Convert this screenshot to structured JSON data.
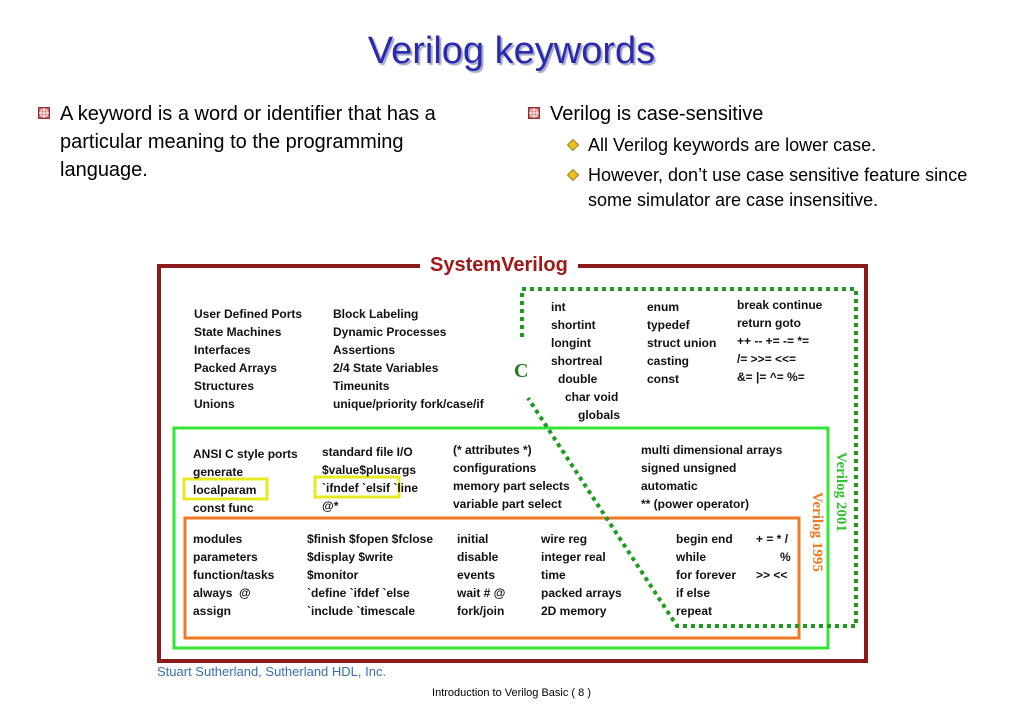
{
  "slide": {
    "title": "Verilog keywords",
    "left_bullet": "A keyword is a word or identifier that has a particular meaning to the programming language.",
    "right_bullet": "Verilog is case-sensitive",
    "sub_bullets": [
      "All Verilog keywords are lower case.",
      "However, don’t use case sensitive feature since some simulator are case insensitive."
    ],
    "credit": "Stuart Sutherland, Sutherland HDL, Inc.",
    "footer": "Introduction to Verilog Basic  ( 8 )"
  },
  "diagram": {
    "systemverilog_label": "SystemVerilog",
    "c_label": "C",
    "verilog2001_label": "Verilog 2001",
    "verilog1995_label": "Verilog 1995",
    "sv_col1": [
      "User Defined Ports",
      "State Machines",
      "Interfaces",
      "Packed Arrays",
      "Structures",
      "Unions"
    ],
    "sv_col2": [
      "Block Labeling",
      "Dynamic Processes",
      "Assertions",
      "2/4 State Variables",
      "Timeunits",
      "unique/priority fork/case/if"
    ],
    "c_col1": [
      "int",
      "shortint",
      "longint",
      "shortreal",
      "double",
      "char void",
      "globals"
    ],
    "c_col2": [
      "enum",
      "typedef",
      "struct union",
      "casting",
      "const"
    ],
    "c_col3": [
      "break continue",
      "return goto",
      "++ -- += -= *=",
      "/= >>= <<=",
      "&= |= ^= %="
    ],
    "v2001_col1": [
      "ANSI C style ports",
      "generate",
      "localparam",
      "const func"
    ],
    "v2001_col2": [
      "standard file I/O",
      "$value$plusargs",
      "`ifndef `elsif `line",
      "@*"
    ],
    "v2001_col3": [
      "(* attributes *)",
      "configurations",
      "memory part selects",
      "variable part select"
    ],
    "v2001_col4": [
      "multi dimensional arrays",
      "signed unsigned",
      "automatic",
      "** (power operator)"
    ],
    "v1995_col1": [
      "modules",
      "parameters",
      "function/tasks",
      "always  @",
      "assign"
    ],
    "v1995_col2": [
      "$finish $fopen $fclose",
      "$display $write",
      "$monitor",
      "`define `ifdef `else",
      "`include `timescale"
    ],
    "v1995_col3": [
      "initial",
      "disable",
      "events",
      "wait # @",
      "fork/join"
    ],
    "v1995_col4": [
      "wire reg",
      "integer real",
      "time",
      "packed arrays",
      "2D memory"
    ],
    "v1995_col5": [
      "begin end",
      "while",
      "for forever",
      "if else",
      "repeat"
    ],
    "v1995_col6": [
      "+ = * /",
      "%",
      ">> <<"
    ],
    "colors": {
      "systemverilog": "#8b1a1a",
      "c": "#1f9b1f",
      "verilog2001": "#33e633",
      "verilog1995": "#f07820",
      "highlight": "#e8e820",
      "title": "#2a2ab0"
    }
  }
}
